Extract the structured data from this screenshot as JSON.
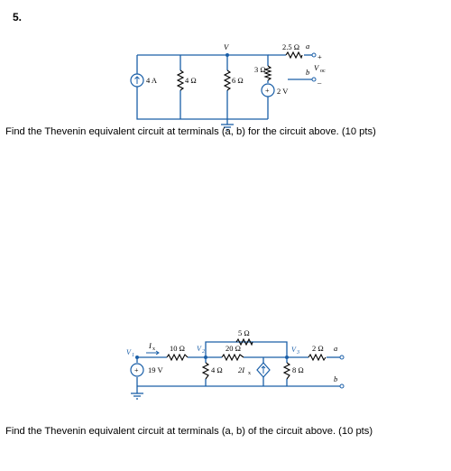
{
  "problem_number": "5.",
  "circuit1": {
    "current_source": "4 A",
    "r1": "4 Ω",
    "node_v": "V",
    "r2": "6 Ω",
    "r3": "3 Ω",
    "r4": "2.5 Ω",
    "voltage_source": "2 V",
    "terminal_a": "a",
    "terminal_b": "b",
    "voc": "V",
    "voc_sub": "oc",
    "plus": "+",
    "minus": "–"
  },
  "question1": "Find the Thevenin equivalent circuit at terminals (a, b) for the circuit above. (10 pts)",
  "circuit2": {
    "v1": "V",
    "v1_sub": "1",
    "source_19v": "19 V",
    "ix": "I",
    "ix_sub": "x",
    "r10": "10 Ω",
    "v2": "V",
    "v2_sub": "2",
    "r5": "5 Ω",
    "r20": "20 Ω",
    "r4": "4 Ω",
    "dep_source": "2I",
    "dep_sub": "x",
    "v3": "V",
    "v3_sub": "3",
    "r2": "2 Ω",
    "r8": "8 Ω",
    "terminal_a": "a",
    "terminal_b": "b"
  },
  "question2": "Find the Thevenin equivalent circuit at terminals (a, b) of the circuit above. (10 pts)"
}
